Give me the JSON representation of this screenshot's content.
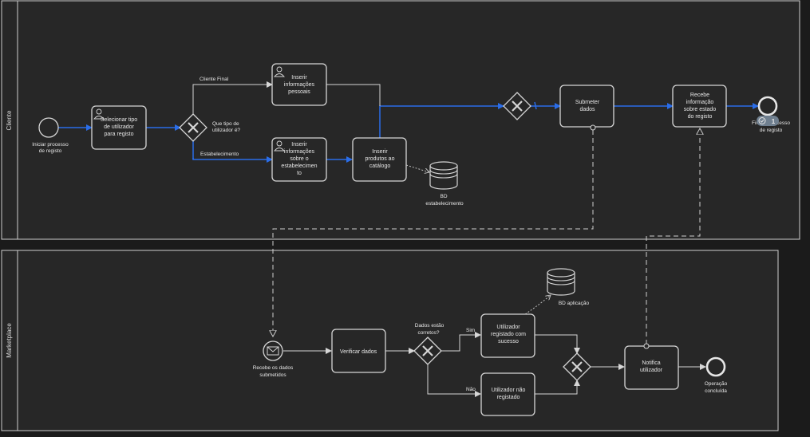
{
  "pools": {
    "cliente": "Cliente",
    "marketplace": "Marketplace"
  },
  "cliente": {
    "start_line1": "Iniciar processo",
    "start_line2": "de registo",
    "select_l1": "Selecionar tipo",
    "select_l2": "de utilizador",
    "select_l3": "para registo",
    "gateway_question_l1": "Que tipo de",
    "gateway_question_l2": "utilizador é?",
    "flow_cliente_final": "Cliente Final",
    "flow_estabelecimento": "Estabelecimento",
    "pessoais_l1": "Inserir",
    "pessoais_l2": "informações",
    "pessoais_l3": "pessoais",
    "estab_l1": "Inserir",
    "estab_l2": "informações",
    "estab_l3": "sobre o",
    "estab_l4": "estabelecimen",
    "estab_l5": "to",
    "produtos_l1": "Inserir",
    "produtos_l2": "produtos ao",
    "produtos_l3": "catálogo",
    "db_l1": "BD",
    "db_l2": "estabelecimento",
    "submeter_l1": "Submeter",
    "submeter_l2": "dados",
    "recebe_l1": "Recebe",
    "recebe_l2": "informação",
    "recebe_l3": "sobre estado",
    "recebe_l4": "do registo",
    "end_l1": "Fim do processo",
    "end_l2": "de registo",
    "badge_count": "1"
  },
  "marketplace": {
    "msg_start_l1": "Recebe os dados",
    "msg_start_l2": "submetidos",
    "verificar": "Verificar dados",
    "gateway_q_l1": "Dados estão",
    "gateway_q_l2": "corretos?",
    "sim": "Sim",
    "nao": "Não",
    "sucesso_l1": "Utilizador",
    "sucesso_l2": "registado com",
    "sucesso_l3": "sucesso",
    "naoreg_l1": "Utilizador não",
    "naoreg_l2": "registado",
    "db_app": "BD aplicação",
    "notifica_l1": "Notifica",
    "notifica_l2": "utilizador",
    "end_l1": "Operação",
    "end_l2": "concluída"
  },
  "colors": {
    "background": "#1b1b1b",
    "pool_fill": "#272727",
    "stroke": "#cfcfcf",
    "flow_blue": "#2a6de8",
    "badge": "#6f7f8f"
  }
}
